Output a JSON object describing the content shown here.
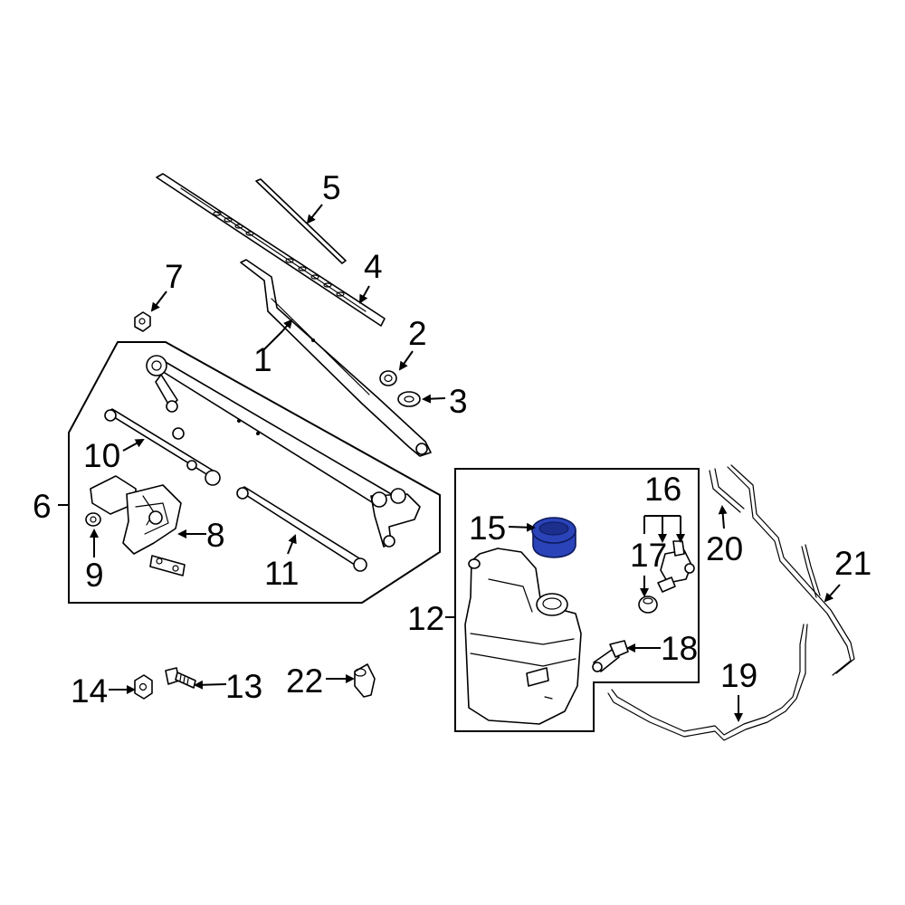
{
  "highlight_color": "#2a43b8",
  "callouts": {
    "c1": "1",
    "c2": "2",
    "c3": "3",
    "c4": "4",
    "c5": "5",
    "c6": "6",
    "c7": "7",
    "c8": "8",
    "c9": "9",
    "c10": "10",
    "c11": "11",
    "c12": "12",
    "c13": "13",
    "c14": "14",
    "c15": "15",
    "c16": "16",
    "c17": "17",
    "c18": "18",
    "c19": "19",
    "c20": "20",
    "c21": "21",
    "c22": "22"
  }
}
